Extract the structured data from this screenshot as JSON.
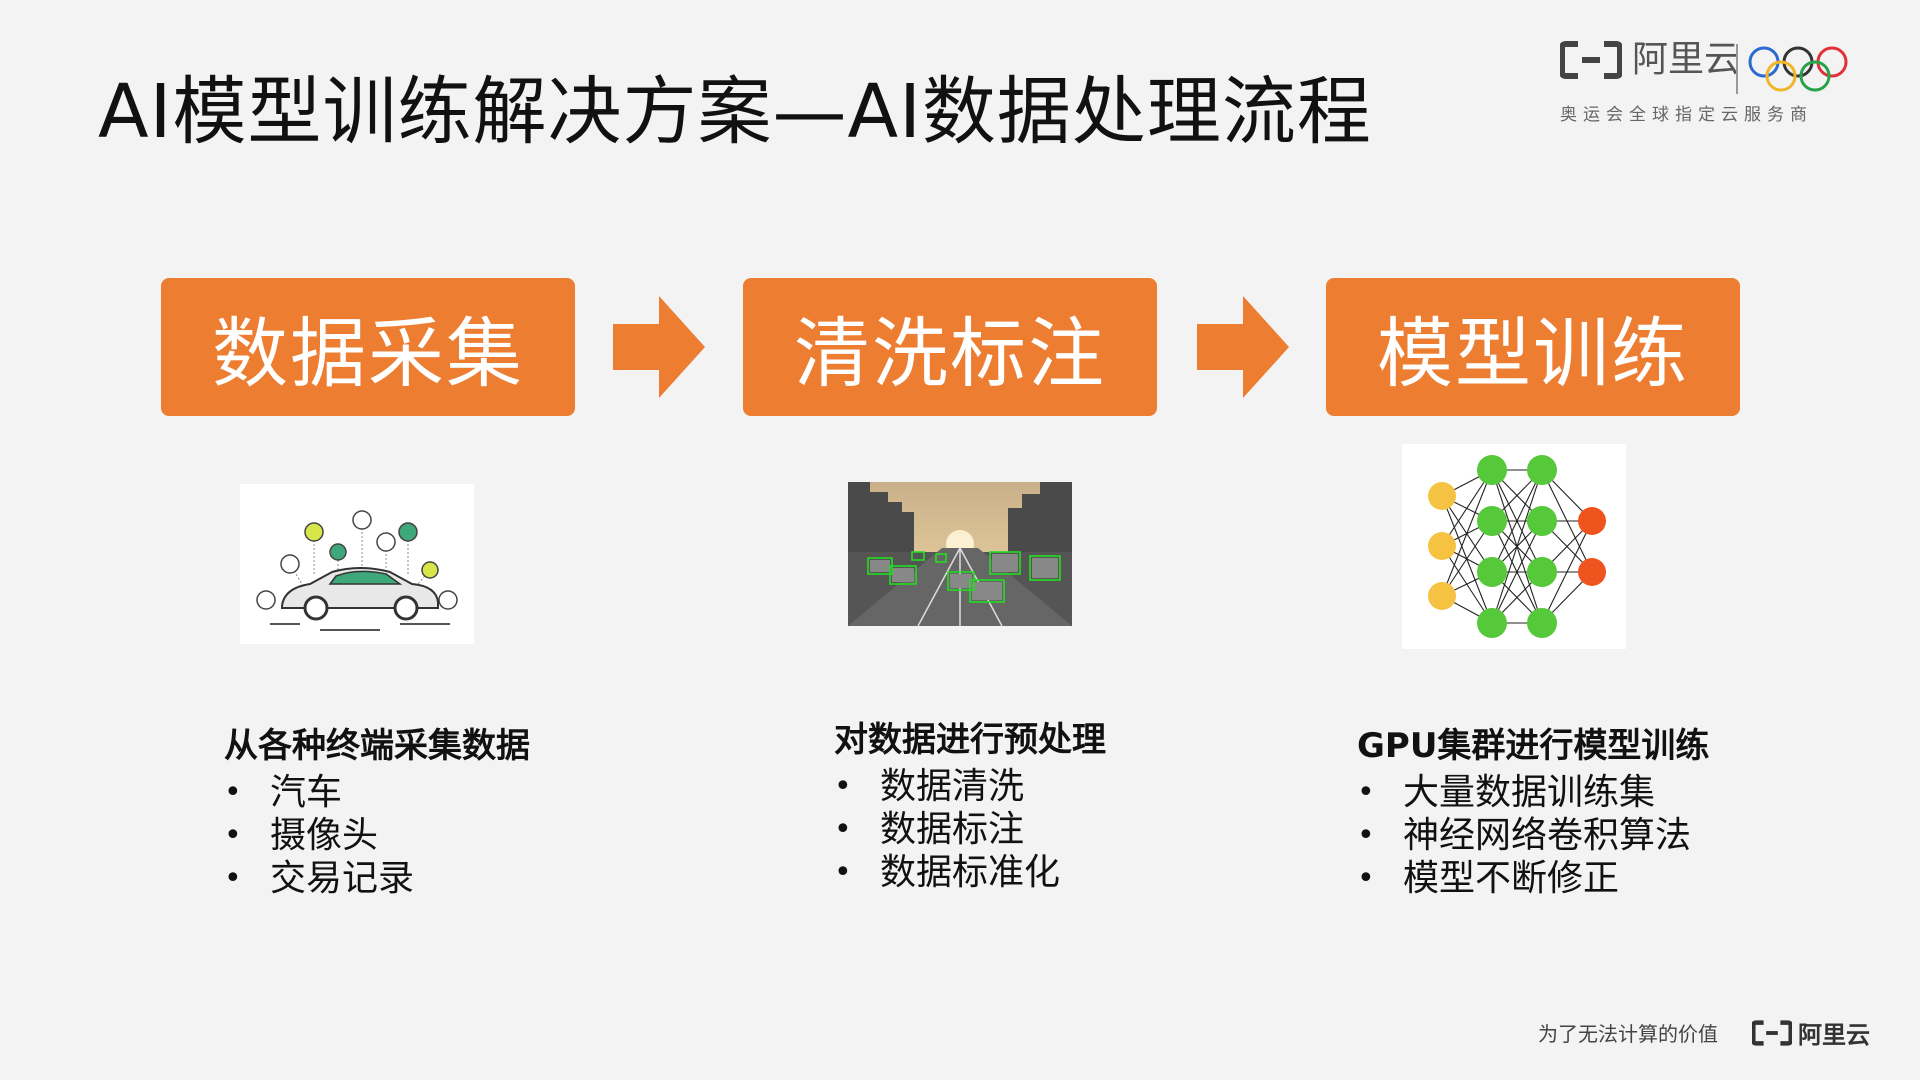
{
  "slide": {
    "title": "AI模型训练解决方案—AI数据处理流程"
  },
  "logo": {
    "brand": "阿里云",
    "slogan": "奥运会全球指定云服务商",
    "icon": "aliyun-logo-icon",
    "rings_icon": "olympic-rings-icon"
  },
  "steps": [
    {
      "label": "数据采集"
    },
    {
      "label": "清洗标注"
    },
    {
      "label": "模型训练"
    }
  ],
  "columns": [
    {
      "heading": "从各种终端采集数据",
      "items": [
        "汽车",
        "摄像头",
        "交易记录"
      ],
      "image_icon": "connected-car-icon"
    },
    {
      "heading": "对数据进行预处理",
      "items": [
        "数据清洗",
        "数据标注",
        "数据标准化"
      ],
      "image_icon": "road-detection-photo"
    },
    {
      "heading": "GPU集群进行模型训练",
      "items": [
        "大量数据训练集",
        "神经网络卷积算法",
        "模型不断修正"
      ],
      "image_icon": "neural-network-icon"
    }
  ],
  "footer": {
    "tagline": "为了无法计算的价值",
    "brand": "阿里云"
  },
  "colors": {
    "accent": "#ed7d31",
    "background": "#f3f3f3",
    "detection_box": "#22dd22",
    "node_yellow": "#f5c242",
    "node_green": "#56c93a",
    "node_red": "#f0541e"
  }
}
